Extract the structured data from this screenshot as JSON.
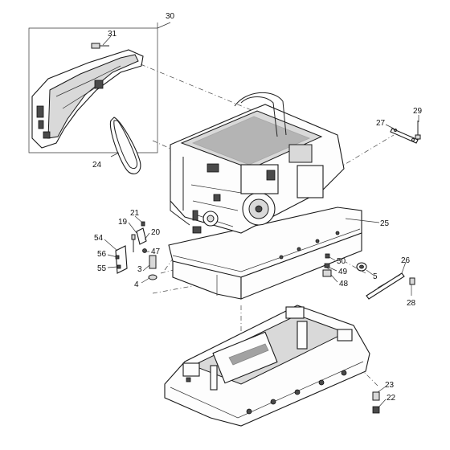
{
  "diagram": {
    "callouts": [
      {
        "id": "c30",
        "text": "30"
      },
      {
        "id": "c31",
        "text": "31"
      },
      {
        "id": "c24",
        "text": "24"
      },
      {
        "id": "c29",
        "text": "29"
      },
      {
        "id": "c27",
        "text": "27"
      },
      {
        "id": "c25",
        "text": "25"
      },
      {
        "id": "c21",
        "text": "21"
      },
      {
        "id": "c19",
        "text": "19"
      },
      {
        "id": "c20",
        "text": "20"
      },
      {
        "id": "c54",
        "text": "54"
      },
      {
        "id": "c47",
        "text": "47"
      },
      {
        "id": "c56",
        "text": "56"
      },
      {
        "id": "c55",
        "text": "55"
      },
      {
        "id": "c3",
        "text": "3"
      },
      {
        "id": "c4",
        "text": "4"
      },
      {
        "id": "c50",
        "text": "50"
      },
      {
        "id": "c49",
        "text": "49"
      },
      {
        "id": "c48",
        "text": "48"
      },
      {
        "id": "c5",
        "text": "5"
      },
      {
        "id": "c26",
        "text": "26"
      },
      {
        "id": "c28",
        "text": "28"
      },
      {
        "id": "c23",
        "text": "23"
      },
      {
        "id": "c22",
        "text": "22"
      }
    ]
  }
}
